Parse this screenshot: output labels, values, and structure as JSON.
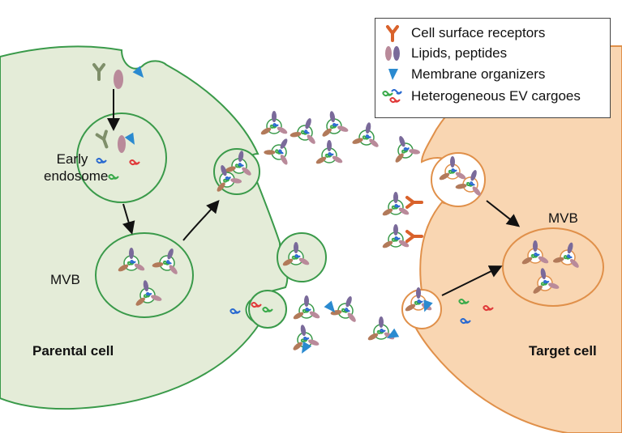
{
  "labels": {
    "early_endosome_line1": "Early",
    "early_endosome_line2": "endosome",
    "mvb_parental": "MVB",
    "mvb_target": "MVB",
    "parental_cell": "Parental cell",
    "target_cell": "Target cell"
  },
  "legend": {
    "items": [
      {
        "label": "Cell surface receptors",
        "icon": "receptor-icon"
      },
      {
        "label": "Lipids, peptides",
        "icon": "lipid-peptide-icon"
      },
      {
        "label": "Membrane organizers",
        "icon": "membrane-organizer-icon"
      },
      {
        "label": "Heterogeneous EV cargoes",
        "icon": "ev-cargo-icon"
      }
    ]
  },
  "colors": {
    "parental_fill": "#e4ecd8",
    "parental_stroke": "#3a9a4a",
    "target_fill": "#f9d6b2",
    "target_stroke": "#e0904a",
    "receptor": "#d9622b",
    "receptor_parental": "#7f8f6a",
    "lipid_purple": "#7a6a9a",
    "lipid_pink": "#b98a9a",
    "organizer": "#2a8ad0",
    "cargo_green": "#3aaa4a",
    "cargo_blue": "#2a6ad0",
    "cargo_red": "#e03a3a",
    "arrow": "#111111"
  }
}
